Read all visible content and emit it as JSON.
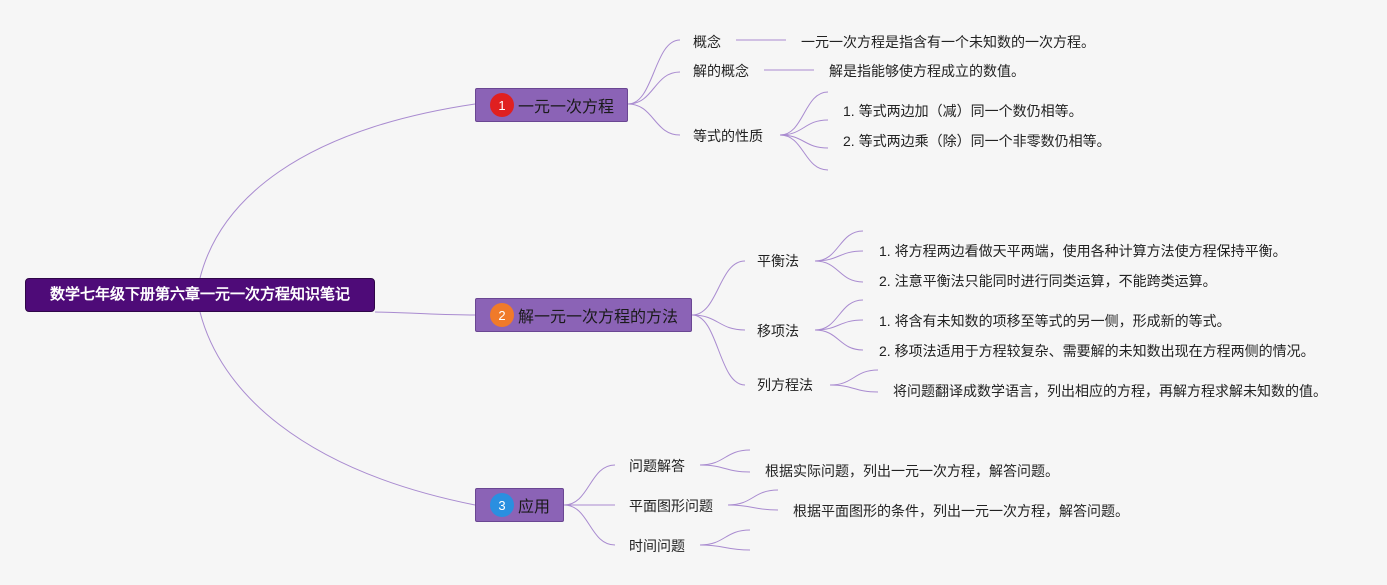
{
  "root": {
    "label": "数学七年级下册第六章一元一次方程知识笔记"
  },
  "colors": {
    "root_bg": "#4e0b78",
    "topic_bg": "#8b63b6",
    "line": "#a98bd0",
    "badge_1": "#e02020",
    "badge_2": "#f07a2a",
    "badge_3": "#2a8fe0"
  },
  "branches": [
    {
      "badge": "1",
      "label": "一元一次方程",
      "children": [
        {
          "label": "概念",
          "details": [
            "一元一次方程是指含有一个未知数的一次方程。"
          ]
        },
        {
          "label": "解的概念",
          "details": [
            "解是指能够使方程成立的数值。"
          ]
        },
        {
          "label": "等式的性质",
          "details": [
            "1. 等式两边加（减）同一个数仍相等。",
            "2. 等式两边乘（除）同一个非零数仍相等。"
          ]
        }
      ]
    },
    {
      "badge": "2",
      "label": "解一元一次方程的方法",
      "children": [
        {
          "label": "平衡法",
          "details": [
            "1. 将方程两边看做天平两端，使用各种计算方法使方程保持平衡。",
            "2. 注意平衡法只能同时进行同类运算，不能跨类运算。"
          ]
        },
        {
          "label": "移项法",
          "details": [
            "1. 将含有未知数的项移至等式的另一侧，形成新的等式。",
            "2. 移项法适用于方程较复杂、需要解的未知数出现在方程两侧的情况。"
          ]
        },
        {
          "label": "列方程法",
          "details": [
            "将问题翻译成数学语言，列出相应的方程，再解方程求解未知数的值。"
          ]
        }
      ]
    },
    {
      "badge": "3",
      "label": "应用",
      "children": [
        {
          "label": "问题解答",
          "details": [
            "根据实际问题，列出一元一次方程，解答问题。"
          ]
        },
        {
          "label": "平面图形问题",
          "details": [
            "根据平面图形的条件，列出一元一次方程，解答问题。"
          ]
        },
        {
          "label": "时间问题",
          "details": []
        }
      ]
    }
  ]
}
